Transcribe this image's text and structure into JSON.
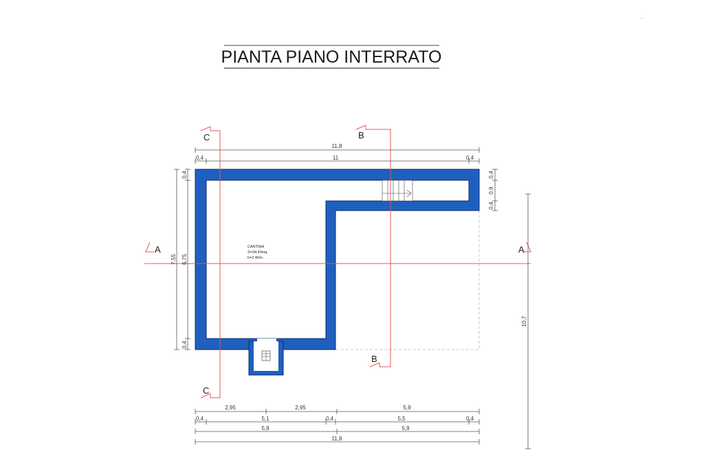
{
  "title": "PIANTA PIANO INTERRATO",
  "room": {
    "name": "CANTINA",
    "surface": "S=34.43mq.",
    "height": "h=2.40m."
  },
  "section_marks": {
    "a_left": "A",
    "a_right": "A",
    "b_top": "B",
    "b_bottom": "B",
    "c_top": "C",
    "c_bottom": "C"
  },
  "dimensions": {
    "top_overall": "11,8",
    "top_wall_left": "0,4",
    "top_inner": "11",
    "top_wall_right": "0,4",
    "left_overall": "7,55",
    "left_inner": "6,75",
    "left_wall_top": "0,4",
    "left_wall_bottom": "0,4",
    "right_wall_top": "0,4",
    "right_corridor": "0,9",
    "right_wall_bottom": "0,4",
    "right_total": "10,7",
    "bottom_row1": [
      "2,95",
      "2,95",
      "5,9"
    ],
    "bottom_row2": [
      "0,4",
      "5,1",
      "0,4",
      "5,5",
      "0,4"
    ],
    "bottom_row3": [
      "5,9",
      "5,9"
    ],
    "bottom_row4": "11,8"
  },
  "colors": {
    "wall": "#1f5fc0",
    "section_line": "#e05a5a"
  }
}
